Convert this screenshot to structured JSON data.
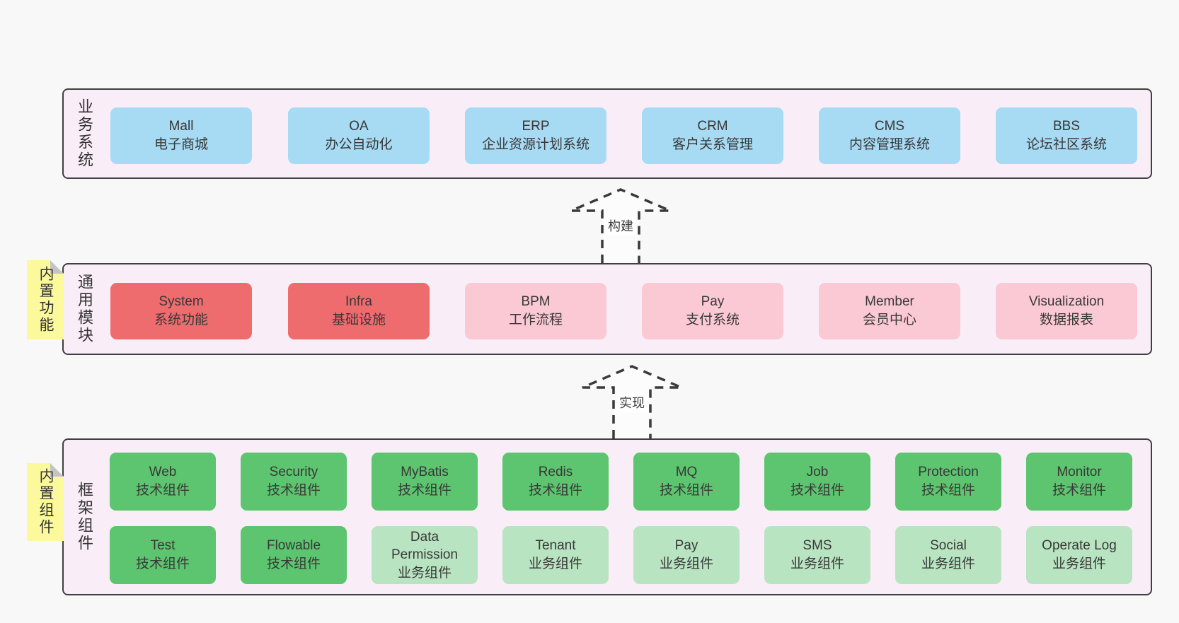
{
  "colors": {
    "page_bg": "#f8f8f8",
    "container_bg": "#f9eef7",
    "container_border": "#404040",
    "blue_box": "#a7daf3",
    "red_box": "#ee6b6e",
    "pink_box": "#fbc9d4",
    "green_box": "#5dc46f",
    "light_green_box": "#b9e4c2",
    "sticky_yellow": "#fbf99b",
    "sticky_fold": "#c4c4c4",
    "text": "#383838"
  },
  "arrows": [
    {
      "label": "构建"
    },
    {
      "label": "实现"
    }
  ],
  "layers": [
    {
      "label": "业务系统",
      "boxes": [
        {
          "name": "Mall",
          "desc": "电子商城"
        },
        {
          "name": "OA",
          "desc": "办公自动化"
        },
        {
          "name": "ERP",
          "desc": "企业资源计划系统"
        },
        {
          "name": "CRM",
          "desc": "客户关系管理"
        },
        {
          "name": "CMS",
          "desc": "内容管理系统"
        },
        {
          "name": "BBS",
          "desc": "论坛社区系统"
        }
      ]
    },
    {
      "label": "通用模块",
      "sticky": "内置功能",
      "boxes": [
        {
          "name": "System",
          "desc": "系统功能"
        },
        {
          "name": "Infra",
          "desc": "基础设施"
        },
        {
          "name": "BPM",
          "desc": "工作流程"
        },
        {
          "name": "Pay",
          "desc": "支付系统"
        },
        {
          "name": "Member",
          "desc": "会员中心"
        },
        {
          "name": "Visualization",
          "desc": "数据报表"
        }
      ]
    },
    {
      "label": "框架组件",
      "sticky": "内置组件",
      "row1": [
        {
          "name": "Web",
          "desc": "技术组件"
        },
        {
          "name": "Security",
          "desc": "技术组件"
        },
        {
          "name": "MyBatis",
          "desc": "技术组件"
        },
        {
          "name": "Redis",
          "desc": "技术组件"
        },
        {
          "name": "MQ",
          "desc": "技术组件"
        },
        {
          "name": "Job",
          "desc": "技术组件"
        },
        {
          "name": "Protection",
          "desc": "技术组件"
        },
        {
          "name": "Monitor",
          "desc": "技术组件"
        }
      ],
      "row2": [
        {
          "name": "Test",
          "desc": "技术组件"
        },
        {
          "name": "Flowable",
          "desc": "技术组件"
        },
        {
          "name": "Data Permission",
          "desc": "业务组件"
        },
        {
          "name": "Tenant",
          "desc": "业务组件"
        },
        {
          "name": "Pay",
          "desc": "业务组件"
        },
        {
          "name": "SMS",
          "desc": "业务组件"
        },
        {
          "name": "Social",
          "desc": "业务组件"
        },
        {
          "name": "Operate Log",
          "desc": "业务组件"
        }
      ]
    }
  ]
}
